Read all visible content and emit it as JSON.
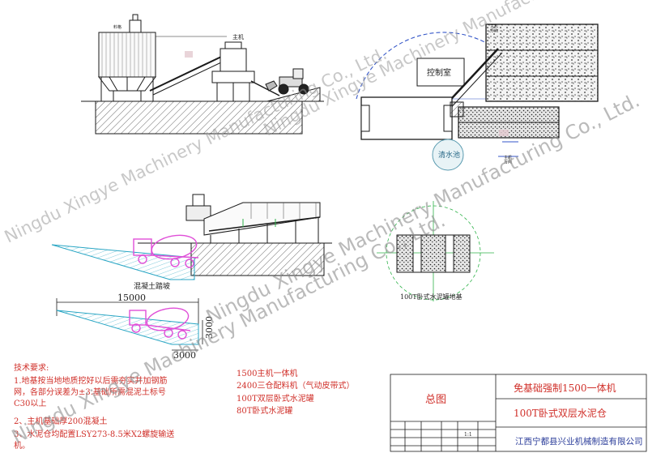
{
  "labels": {
    "control_room": "控制室",
    "main_machine_top": "主机",
    "left_top_small": "料格",
    "right_top_small": "主机\n方向",
    "right_bottom_small": "主机\n方向",
    "water_pool": "清水池",
    "concrete_ramp": "混凝土踏坡",
    "cement_silo_plan": "100T卧式水泥罐地基"
  },
  "dimensions": {
    "ramp_length": "15000",
    "ramp_height": "3000",
    "ramp_base": "3000"
  },
  "tech": {
    "title": "技术要求:",
    "lines": [
      "1.地基按当地地质挖好以后需夯实并加钢筋",
      "网，各部分误差为±3.基础所需混泥土标号",
      "C30以上",
      "2、主机基础厚200混凝土",
      "3、水泥仓均配置LSY273-8.5米X2螺旋输送",
      "机。"
    ]
  },
  "equipment": [
    "1500主机一体机",
    "2400三仓配料机（气动皮带式）",
    "100T双层卧式水泥罐",
    "80T卧式水泥罐"
  ],
  "title_block": {
    "general_drawing": "总图",
    "name_line1": "免基础强制1500一体机",
    "name_line2": "100T卧式双层水泥仓",
    "company": "江西宁都县兴业机械制造有限公司",
    "scale": "1:1"
  },
  "watermarks": [
    "Ningdu Xingye Machinery Manufacturing Co., Ltd.",
    "Ningdu Xingye Machinery Manufacturing Co., Ltd.",
    "Ningdu Xingye Machinery Manufacturing Co., Ltd.",
    "Ningdu Xingye Machinery Manufacturing Co., Ltd."
  ],
  "colors": {
    "line": "#1a1a1a",
    "red_text": "#d0302a",
    "blue_text": "#2b3d9a",
    "magenta_truck": "#e04fd8",
    "green_center": "#2fb34a",
    "blue_arc": "#3456c8",
    "watermark": "#9a9a9a"
  }
}
